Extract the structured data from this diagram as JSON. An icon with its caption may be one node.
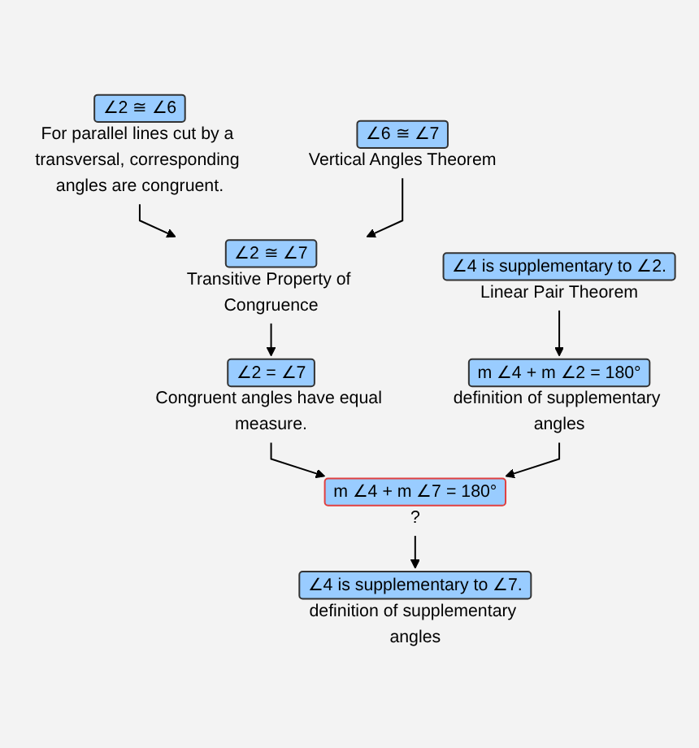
{
  "diagram": {
    "nodes": [
      {
        "text": [
          "∠2 ≅ ∠6"
        ],
        "beside": [
          "For parallel lines cut by a transversal, corresponding angles are congruent."
        ]
      },
      {
        "text": [
          "∠6 ≅ ∠7"
        ],
        "beside": [
          "Vertical Angles Theorem"
        ]
      },
      {
        "text": [
          "∠2 ≅ ∠7"
        ],
        "beside": [
          "Transitive Property of Congruence"
        ]
      },
      {
        "text": [
          "∠2 = ∠7"
        ],
        "beside": [
          "Congruent angles have equal measure."
        ]
      },
      {
        "text": [
          "∠4 is supplementary to ∠2."
        ],
        "beside": [
          "Linear Pair Theorem"
        ]
      },
      {
        "text": [
          "m ∠4 + m ∠7 = 180°"
        ],
        "beside": [
          "?"
        ]
      },
      {
        "text": [
          "m ∠4 + m ∠2 = 180°"
        ],
        "beside": [
          "definition of supplementary angles"
        ]
      },
      {
        "text": [
          "∠4 is supplementary to ∠7."
        ],
        "beside": [
          "definition of supplementary angles"
        ]
      }
    ],
    "edges": [
      {
        "from": 0,
        "to": 2,
        "arrow": "to"
      },
      {
        "from": 1,
        "to": 2,
        "arrow": "to"
      },
      {
        "from": 2,
        "to": 3,
        "arrow": "to"
      },
      {
        "from": 3,
        "to": 5,
        "arrow": "to"
      },
      {
        "from": 4,
        "to": 6,
        "arrow": "to"
      },
      {
        "from": 6,
        "to": 5,
        "arrow": "to"
      },
      {
        "from": 5,
        "to": 7,
        "arrow": "to"
      }
    ]
  }
}
